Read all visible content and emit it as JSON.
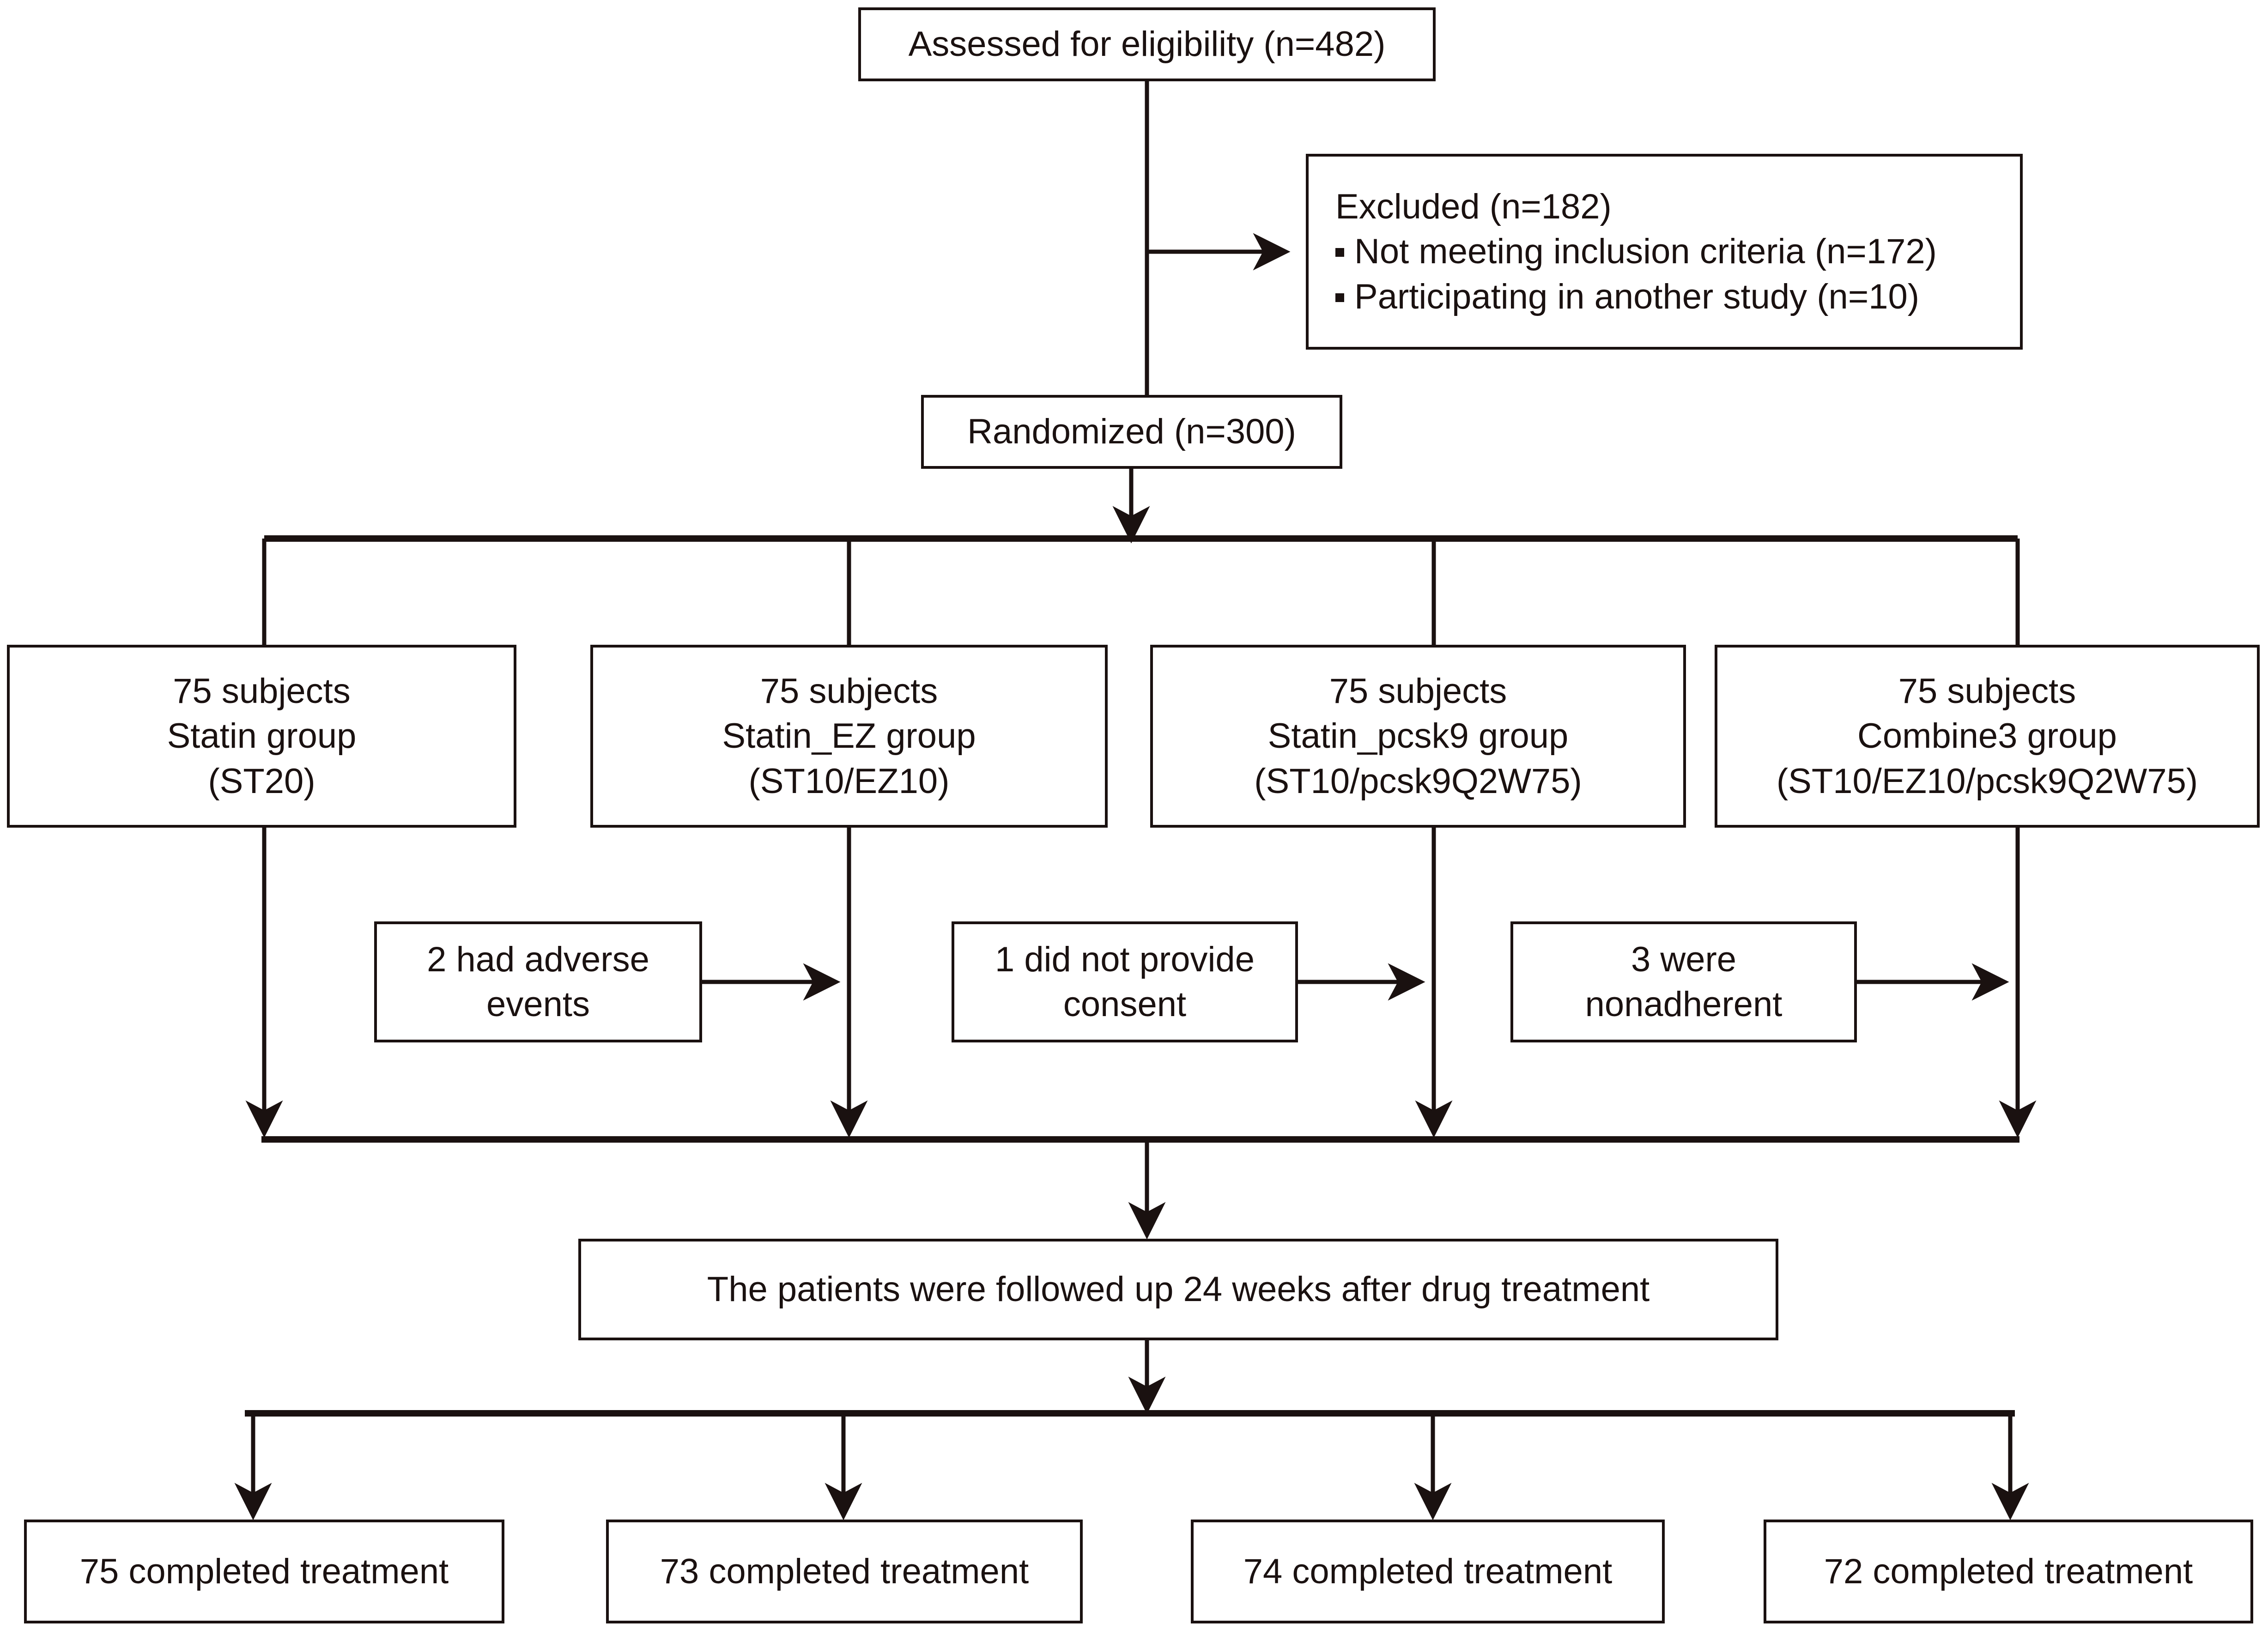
{
  "diagram": {
    "title": "CONSORT participant flow diagram",
    "line_color": "#1a1110",
    "background": "#ffffff"
  },
  "enrollment": {
    "assessed": "Assessed for eligibility (n=482)",
    "excluded_heading": "Excluded (n=182)",
    "excluded_reasons": [
      "Not meeting inclusion criteria (n=172)",
      "Participating in another study (n=10)"
    ],
    "randomized": "Randomized (n=300)"
  },
  "allocation": {
    "groups": [
      {
        "count_line": "75 subjects",
        "name_line": "Statin group",
        "regimen_line": "(ST20)"
      },
      {
        "count_line": "75 subjects",
        "name_line": "Statin_EZ group",
        "regimen_line": "(ST10/EZ10)"
      },
      {
        "count_line": "75 subjects",
        "name_line": "Statin_pcsk9 group",
        "regimen_line": "(ST10/pcsk9Q2W75)"
      },
      {
        "count_line": "75 subjects",
        "name_line": "Combine3 group",
        "regimen_line": "(ST10/EZ10/pcsk9Q2W75)"
      }
    ]
  },
  "dropouts": [
    {
      "line1": "2 had adverse",
      "line2": "events"
    },
    {
      "line1": "1 did not provide",
      "line2": "consent"
    },
    {
      "line1": "3 were",
      "line2": "nonadherent"
    }
  ],
  "followup": {
    "text": "The patients were followed up 24 weeks after drug treatment"
  },
  "completion": [
    {
      "text": "75 completed treatment"
    },
    {
      "text": "73 completed treatment"
    },
    {
      "text": "74 completed treatment"
    },
    {
      "text": "72 completed treatment"
    }
  ],
  "chart_data": {
    "type": "flowchart",
    "title": "CONSORT participant flow diagram",
    "nodes": [
      {
        "id": "assessed",
        "label": "Assessed for eligibility (n=482)",
        "n": 482
      },
      {
        "id": "excluded",
        "label": "Excluded (n=182)",
        "n": 182,
        "reasons": [
          {
            "label": "Not meeting inclusion criteria (n=172)",
            "n": 172
          },
          {
            "label": "Participating in another study (n=10)",
            "n": 10
          }
        ]
      },
      {
        "id": "randomized",
        "label": "Randomized (n=300)",
        "n": 300
      },
      {
        "id": "group1",
        "label": "75 subjects Statin group (ST20)",
        "n": 75
      },
      {
        "id": "group2",
        "label": "75 subjects Statin_EZ group (ST10/EZ10)",
        "n": 75
      },
      {
        "id": "group3",
        "label": "75 subjects Statin_pcsk9 group (ST10/pcsk9Q2W75)",
        "n": 75
      },
      {
        "id": "group4",
        "label": "75 subjects Combine3 group (ST10/EZ10/pcsk9Q2W75)",
        "n": 75
      },
      {
        "id": "drop1",
        "label": "2 had adverse events",
        "n": 2
      },
      {
        "id": "drop2",
        "label": "1 did not provide consent",
        "n": 1
      },
      {
        "id": "drop3",
        "label": "3 were nonadherent",
        "n": 3
      },
      {
        "id": "followup",
        "label": "The patients were followed up 24 weeks after drug treatment",
        "weeks": 24
      },
      {
        "id": "complete1",
        "label": "75 completed treatment",
        "n": 75
      },
      {
        "id": "complete2",
        "label": "73 completed treatment",
        "n": 73
      },
      {
        "id": "complete3",
        "label": "74 completed treatment",
        "n": 74
      },
      {
        "id": "complete4",
        "label": "72 completed treatment",
        "n": 72
      }
    ],
    "edges": [
      {
        "from": "assessed",
        "to": "excluded"
      },
      {
        "from": "assessed",
        "to": "randomized"
      },
      {
        "from": "randomized",
        "to": "group1"
      },
      {
        "from": "randomized",
        "to": "group2"
      },
      {
        "from": "randomized",
        "to": "group3"
      },
      {
        "from": "randomized",
        "to": "group4"
      },
      {
        "from": "group1",
        "to": "followup"
      },
      {
        "from": "group2",
        "to": "followup"
      },
      {
        "from": "group3",
        "to": "followup"
      },
      {
        "from": "group4",
        "to": "followup"
      },
      {
        "from": "followup",
        "to": "complete1"
      },
      {
        "from": "followup",
        "to": "complete2"
      },
      {
        "from": "followup",
        "to": "complete3"
      },
      {
        "from": "followup",
        "to": "complete4"
      }
    ]
  }
}
